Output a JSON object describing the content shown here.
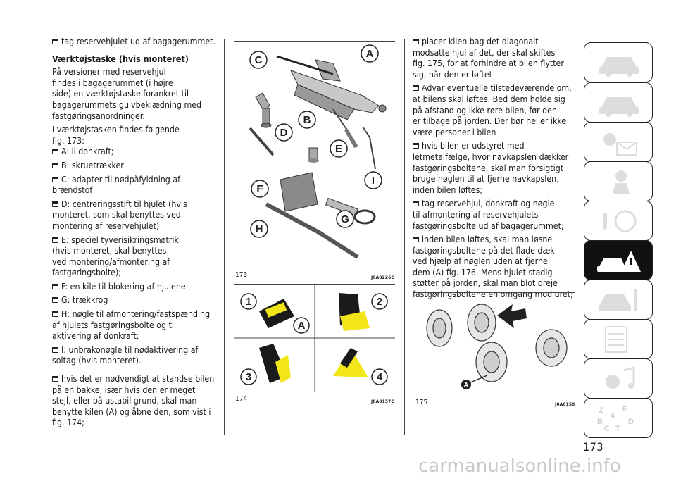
{
  "col1": {
    "intro_bullet": "tag reservehjulet ud af bagagerummet.",
    "heading": "Værktøjstaske (hvis monteret)",
    "para1": [
      "På versioner med reservehjul",
      "findes i bagagerummet (i højre",
      "side) en værktøjstaske forankret til",
      "bagagerummets gulvbeklædning med",
      "fastgøringsanordninger."
    ],
    "para2": [
      "I værktøjstasken findes følgende",
      "fig. 173:"
    ],
    "items": [
      [
        "A: il donkraft;"
      ],
      [
        "B: skruetrækker"
      ],
      [
        "C: adapter til nødpåfyldning af",
        "brændstof"
      ],
      [
        "D: centreringsstift til hjulet (hvis",
        "monteret, som skal benyttes ved",
        "montering af reservehjulet)"
      ],
      [
        "E: speciel tyverisikringsmøtrik",
        "(hvis monteret, skal benyttes",
        "ved montering/afmontering af",
        "fastgøringsbolte);"
      ],
      [
        "F: en kile til blokering af hjulene"
      ],
      [
        "G: trækkrog"
      ],
      [
        "H: nøgle til afmontering/fastspænding",
        "af hjulets fastgøringsbolte og til",
        "aktivering af donkraft;"
      ],
      [
        "I: unbrakonøgle til nødaktivering af",
        "soltag (hvis monteret)."
      ]
    ],
    "last": [
      "hvis det er nødvendigt at standse bilen",
      "på en bakke, især hvis den er meget",
      "stejl, eller på ustabil grund, skal man",
      "benytte kilen (A) og åbne den, som vist i",
      "fig. 174;"
    ]
  },
  "col3": {
    "items": [
      [
        "placer kilen bag det diagonalt",
        "modsatte hjul af det, der skal skiftes",
        "fig. 175, for at forhindre at bilen flytter",
        "sig, når den er løftet"
      ],
      [
        "Advar eventuelle tilstedeværende om,",
        "at bilens skal løftes. Bed dem holde sig",
        "på afstand og ikke røre bilen, før den",
        "er tilbage på jorden. Der bør heller ikke",
        "være personer i bilen"
      ],
      [
        "hvis bilen er udstyret med",
        "letmetalfælge, hvor navkapslen dækker",
        "fastgøringsboltene, skal man forsigtigt",
        "bruge nøglen til at fjerne navkapslen,",
        "inden bilen løftes;"
      ],
      [
        "tag reservehjul, donkraft og nøgle",
        "til afmontering af reservehjulets",
        "fastgøringsbolte ud af bagagerummet;"
      ],
      [
        "inden bilen løftes, skal man løsne",
        "fastgøringsboltene på det flade dæk",
        "ved hjælp af nøglen uden at fjerne",
        "dem (A) fig. 176. Mens hjulet stadig",
        "støtter på jorden, skal man blot dreje",
        "fastgøringsboltene en omgang mod uret;"
      ]
    ]
  },
  "fig173": {
    "number": "173",
    "code": "J0A0226C",
    "labels": {
      "a": "A",
      "b": "B",
      "c": "C",
      "d": "D",
      "e": "E",
      "f": "F",
      "g": "G",
      "h": "H",
      "i": "I"
    }
  },
  "fig174": {
    "number": "174",
    "code": "J0A0157C",
    "labels": {
      "n1": "1",
      "n2": "2",
      "n3": "3",
      "n4": "4",
      "a": "A"
    }
  },
  "fig175": {
    "number": "175",
    "code": "J0A0158",
    "label_a": "A"
  },
  "page_number": "173",
  "watermark": "carmanualsonline.info",
  "sidebar_icons": [
    "car-dashboard-icon",
    "car-lights-icon",
    "warning-lights-icon",
    "airbag-seat-icon",
    "steering-keys-icon",
    "emergency-car-icon",
    "car-maintenance-icon",
    "specifications-icon",
    "multimedia-icon",
    "index-abc-icon"
  ],
  "colors": {
    "accent_yellow": "#f2e61a",
    "text": "#1a1a1a",
    "active_tab": "#111111"
  }
}
